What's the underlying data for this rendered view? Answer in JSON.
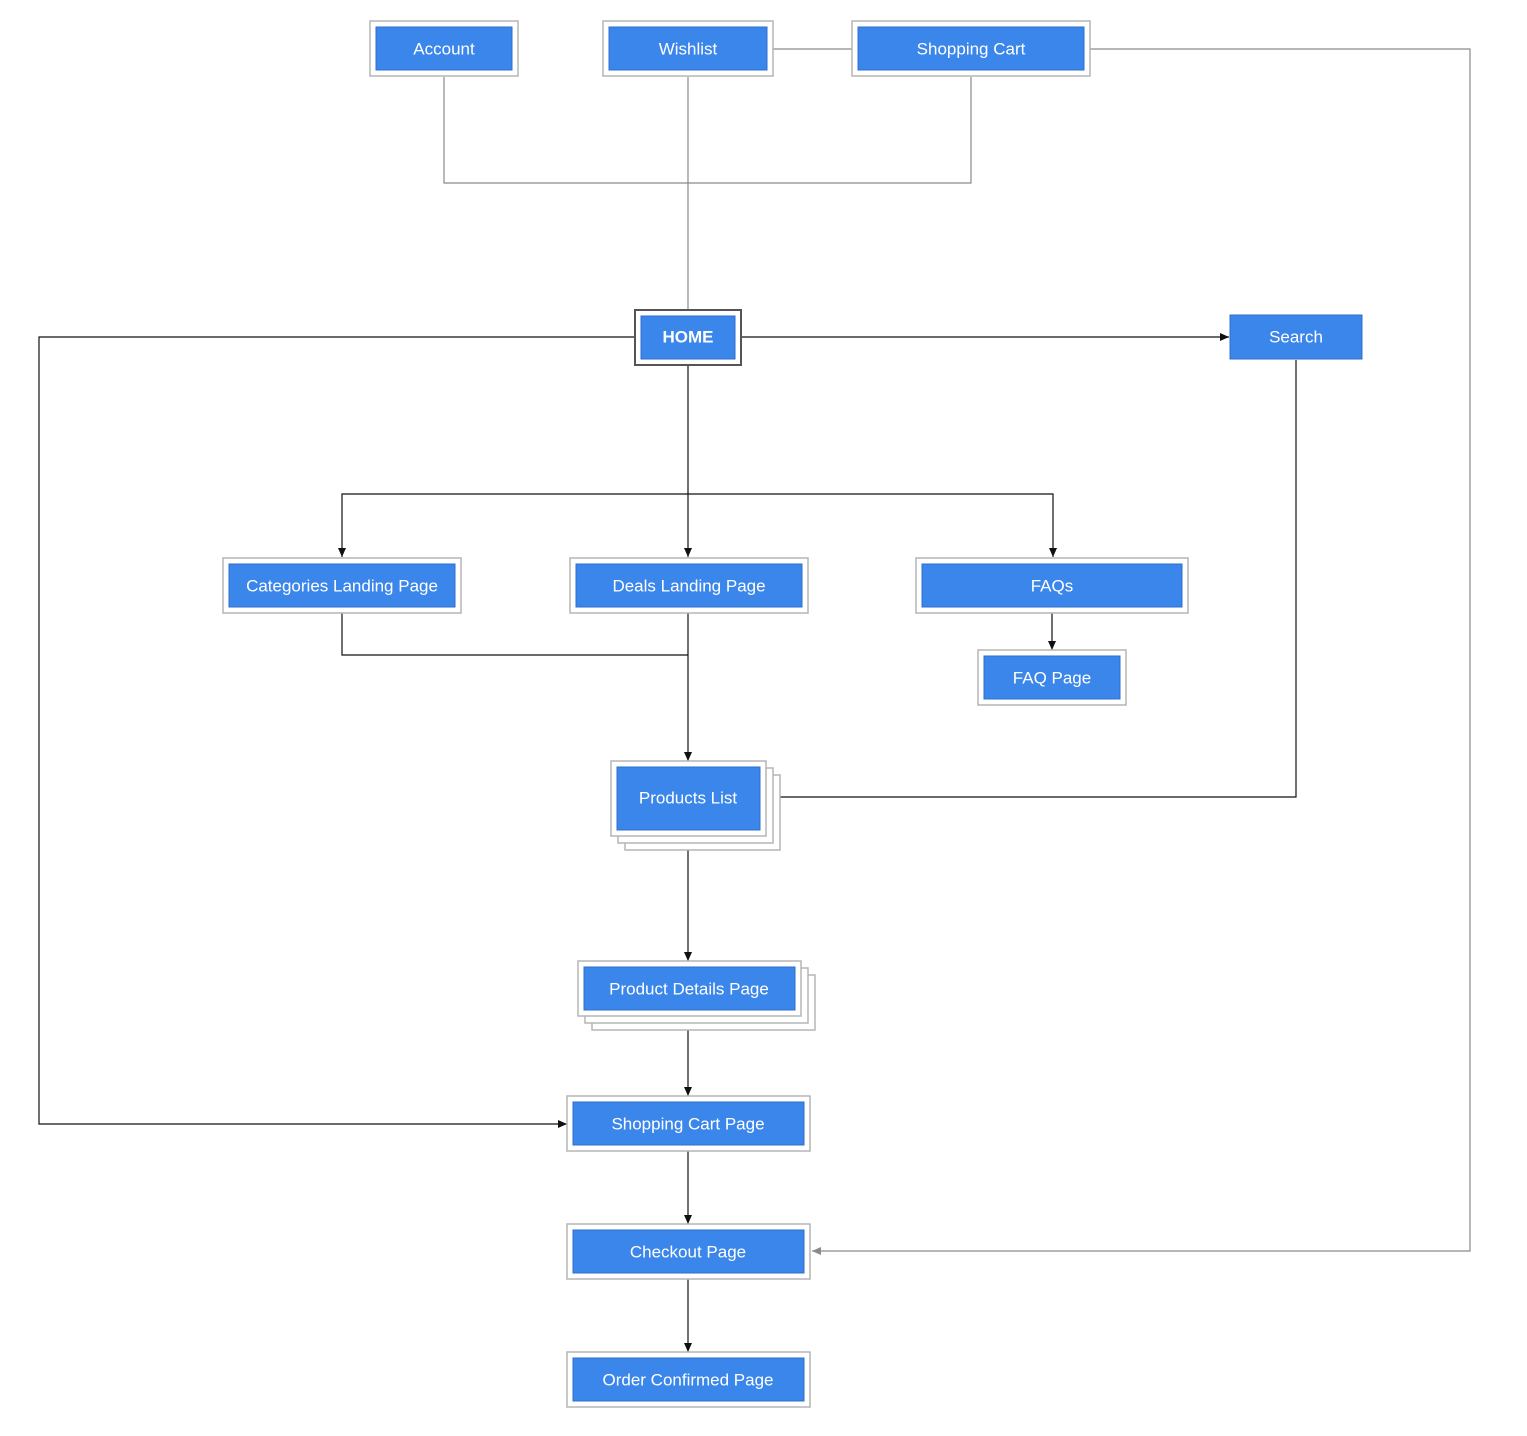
{
  "diagram": {
    "nodes": {
      "account": {
        "label": "Account"
      },
      "wishlist": {
        "label": "Wishlist"
      },
      "shopping_cart": {
        "label": "Shopping Cart"
      },
      "home": {
        "label": "HOME"
      },
      "search": {
        "label": "Search"
      },
      "categories_landing": {
        "label": "Categories Landing Page"
      },
      "deals_landing": {
        "label": "Deals Landing Page"
      },
      "faqs": {
        "label": "FAQs"
      },
      "faq_page": {
        "label": "FAQ Page"
      },
      "products_list": {
        "label": "Products List"
      },
      "product_details": {
        "label": "Product Details Page"
      },
      "shopping_cart_page": {
        "label": "Shopping Cart Page"
      },
      "checkout_page": {
        "label": "Checkout Page"
      },
      "order_confirmed": {
        "label": "Order Confirmed Page"
      }
    },
    "colors": {
      "node_fill": "#3b86ea",
      "node_border": "#b5b5b5",
      "text": "#ffffff",
      "edge_dark": "#111111",
      "edge_light": "#8a8a8a"
    }
  }
}
